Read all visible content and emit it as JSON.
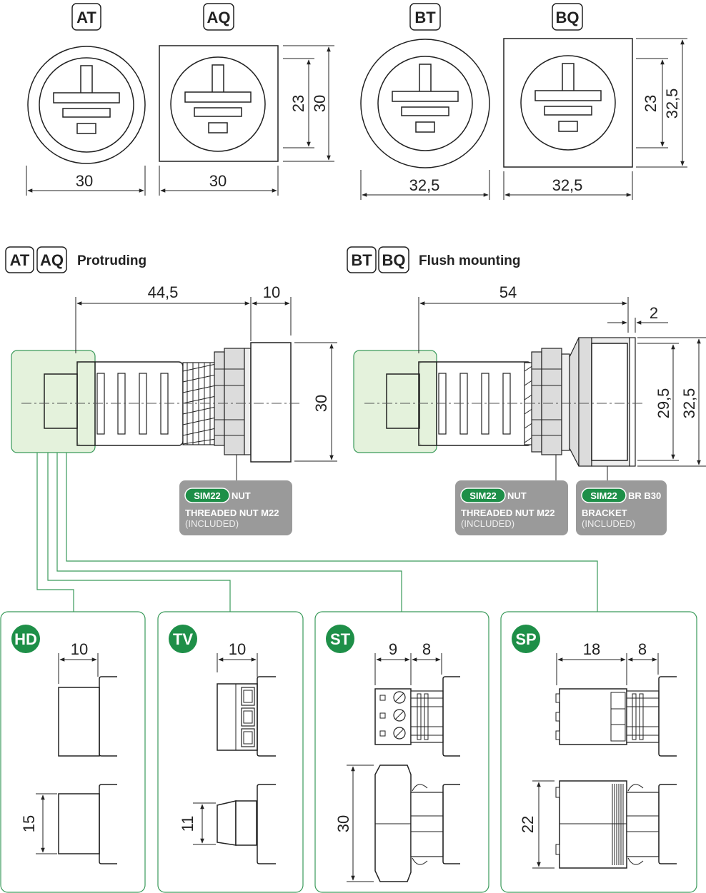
{
  "top_views": {
    "at": {
      "code": "AT",
      "width": "30"
    },
    "aq": {
      "code": "AQ",
      "width": "30",
      "inner": "23",
      "outer": "30"
    },
    "bt": {
      "code": "BT",
      "width": "32,5"
    },
    "bq": {
      "code": "BQ",
      "width": "32,5",
      "inner": "23",
      "outer": "32,5"
    }
  },
  "side_protruding": {
    "codes": [
      "AT",
      "AQ"
    ],
    "title": "Protruding",
    "length": "44,5",
    "head": "10",
    "height": "30",
    "nut_badge": {
      "pill": "SIM22",
      "code": "NUT",
      "line1": "THREADED NUT M22",
      "line2": "(INCLUDED)"
    }
  },
  "side_flush": {
    "codes": [
      "BT",
      "BQ"
    ],
    "title": "Flush mounting",
    "length": "54",
    "gap": "2",
    "inner_height": "29,5",
    "outer_height": "32,5",
    "nut_badge": {
      "pill": "SIM22",
      "code": "NUT",
      "line1": "THREADED NUT M22",
      "line2": "(INCLUDED)"
    },
    "bracket_badge": {
      "pill": "SIM22",
      "code": "BR B30",
      "line1": "BRACKET",
      "line2": "(INCLUDED)"
    }
  },
  "terminals": [
    {
      "code": "HD",
      "dims": [
        "10"
      ],
      "height": "15"
    },
    {
      "code": "TV",
      "dims": [
        "10"
      ],
      "height": "11"
    },
    {
      "code": "ST",
      "dims": [
        "9",
        "8"
      ],
      "height": "30"
    },
    {
      "code": "SP",
      "dims": [
        "18",
        "8"
      ],
      "height": "22"
    }
  ],
  "colors": {
    "green": "#1e8f48",
    "green_light": "#dff0d6",
    "badge_gray": "#9a9a9a",
    "line_green": "#3a9a5a"
  }
}
